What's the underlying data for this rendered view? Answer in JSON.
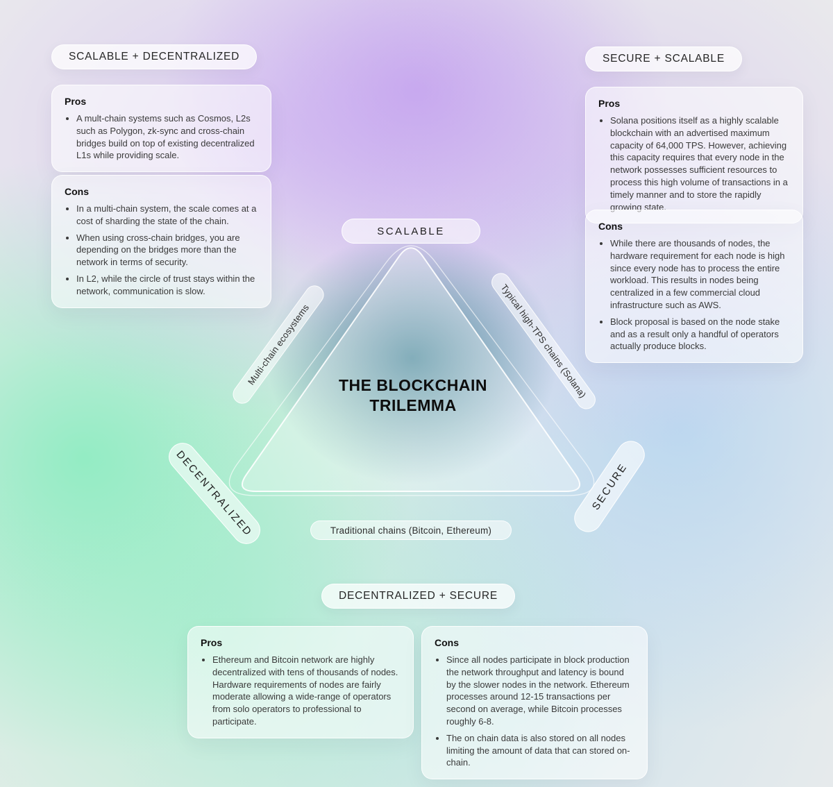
{
  "palette": {
    "purple": "#c9aaf0",
    "green": "#7dedb8",
    "blue": "#a6cdf0",
    "teal_center": "#2f7c90",
    "background": "#ebecec"
  },
  "title": {
    "line1": "THE BLOCKCHAIN",
    "line2": "TRILEMMA"
  },
  "triangle": {
    "vertices": {
      "top": "SCALABLE",
      "bottom_left": "DECENTRALIZED",
      "bottom_right": "SECURE"
    },
    "edge_labels": {
      "left": "Multi-chain ecosystems",
      "right": "Typical high-TPS chains (Solana)",
      "bottom": "Traditional chains (Bitcoin, Ethereum)"
    }
  },
  "sections": {
    "scalable_decentralized": {
      "heading": "SCALABLE + DECENTRALIZED",
      "pros_title": "Pros",
      "pros": [
        "A mult-chain systems such as Cosmos, L2s such as Polygon, zk-sync and cross-chain bridges build on top of existing decentralized L1s while providing scale."
      ],
      "cons_title": "Cons",
      "cons": [
        "In a multi-chain system, the scale comes at a cost of sharding the state of the chain.",
        "When using cross-chain bridges, you are depending on the bridges more than the network in terms of security.",
        "In L2, while the circle of trust stays within the network, communication is slow."
      ]
    },
    "secure_scalable": {
      "heading": "SECURE + SCALABLE",
      "pros_title": "Pros",
      "pros": [
        "Solana positions itself as a highly scalable blockchain with an advertised maximum capacity of 64,000 TPS. However, achieving this capacity requires that every node in the network possesses sufficient resources to process this high volume of transactions in a timely manner and to store the rapidly growing state."
      ],
      "cons_title": "Cons",
      "cons": [
        "While there are thousands of nodes, the hardware requirement for each node is high since every node has to process the entire workload. This results in nodes being centralized in a few commercial cloud infrastructure such as AWS.",
        "Block proposal is based on the node stake and as a result only a handful of operators actually produce blocks."
      ]
    },
    "decentralized_secure": {
      "heading": "DECENTRALIZED + SECURE",
      "pros_title": "Pros",
      "pros": [
        "Ethereum and Bitcoin network are highly decentralized with tens of thousands of nodes. Hardware requirements of nodes are fairly moderate allowing a wide-range of operators from solo operators to professional to participate."
      ],
      "cons_title": "Cons",
      "cons": [
        "Since all nodes participate in block production the network throughput and latency is bound by the slower nodes in the network. Ethereum processes around 12-15 transactions per second on average, while Bitcoin processes roughly 6-8.",
        "The on chain data is also stored on all nodes limiting the amount of data that can stored on-chain."
      ]
    }
  }
}
